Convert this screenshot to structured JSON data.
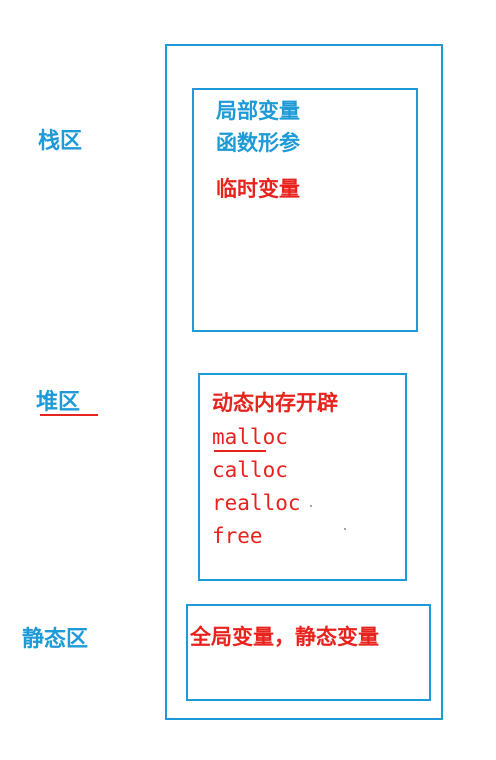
{
  "labels": {
    "stack": "栈区",
    "heap": "堆区",
    "static": "静态区"
  },
  "stack_items": [
    "局部变量",
    "函数形参",
    "临时变量"
  ],
  "heap_items": [
    "动态内存开辟",
    "malloc",
    "calloc",
    "realloc",
    "free"
  ],
  "static_items": [
    "全局变量，静态变量"
  ],
  "colors": {
    "border": "#1e9ad6",
    "label_blue": "#1e9ad6",
    "text_red": "#e8231e"
  }
}
